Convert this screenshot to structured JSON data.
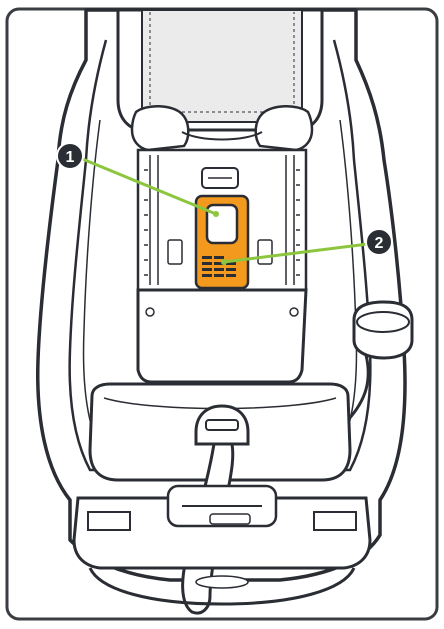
{
  "diagram": {
    "callouts": [
      {
        "number": "1",
        "target": "harness-adjuster-button"
      },
      {
        "number": "2",
        "target": "harness-height-slots"
      }
    ],
    "colors": {
      "outline": "#2a2d33",
      "accent": "#8cc63f",
      "highlight": "#f39a1e",
      "seat_fill": "#ffffff",
      "headrest_fill": "#ebebeb",
      "frame": "#3a3d42"
    },
    "subject": "car-seat-front-view"
  }
}
